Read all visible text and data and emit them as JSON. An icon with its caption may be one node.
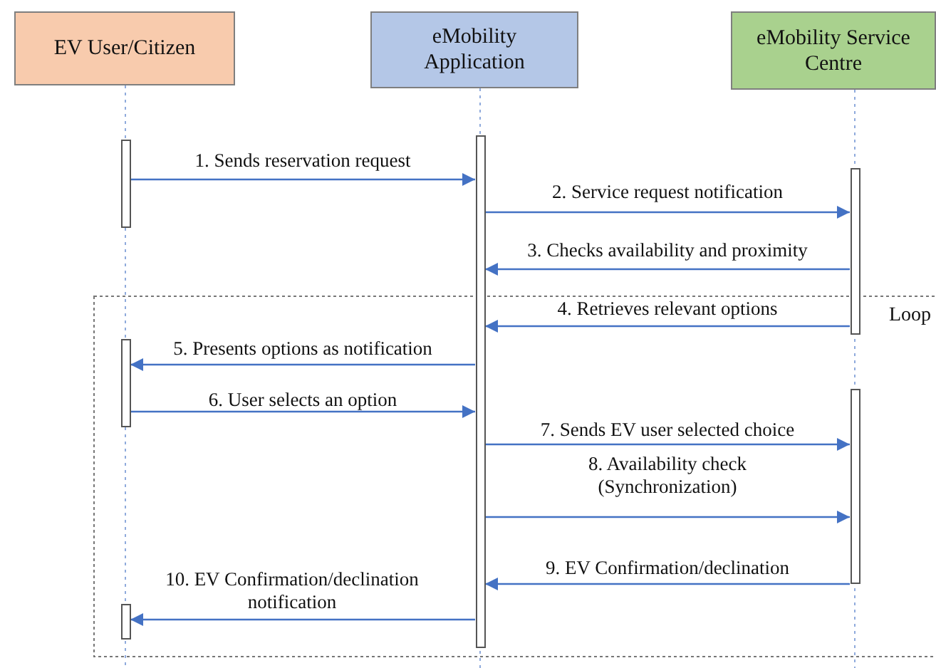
{
  "diagram": {
    "nodes": [
      {
        "text": [
          "EV User/Citizen"
        ]
      },
      {
        "text": [
          "eMobility Application"
        ]
      },
      {
        "text": [
          "eMobility Service Centre"
        ]
      },
      {
        "text": [],
        "shape": "bar"
      },
      {
        "text": [],
        "shape": "bar"
      },
      {
        "text": [],
        "shape": "bar"
      },
      {
        "text": [],
        "shape": "bar"
      },
      {
        "text": [],
        "shape": "bar"
      },
      {
        "text": [],
        "shape": "bar"
      }
    ],
    "edges": [
      {
        "from": 4,
        "to": 3,
        "arrow": "to",
        "label": "1. Sends reservation request"
      },
      {
        "from": 3,
        "to": 5,
        "arrow": "to",
        "label": "2. Service request notification"
      },
      {
        "from": 5,
        "to": 3,
        "arrow": "to",
        "label": "3. Checks availability and proximity"
      },
      {
        "from": 5,
        "to": 3,
        "arrow": "to",
        "label": "4. Retrieves relevant options"
      },
      {
        "from": 3,
        "to": 6,
        "arrow": "to",
        "label": "5. Presents options as notification"
      },
      {
        "from": 6,
        "to": 3,
        "arrow": "to",
        "label": "6. User selects an option"
      },
      {
        "from": 3,
        "to": 7,
        "arrow": "to",
        "label": "7. Sends EV user selected choice"
      },
      {
        "from": 3,
        "to": 7,
        "arrow": "to",
        "label": "8. Availability check (Synchronization)"
      },
      {
        "from": 7,
        "to": 3,
        "arrow": "to",
        "label": "9. EV Confirmation/declination"
      },
      {
        "from": 3,
        "to": 8,
        "arrow": "to",
        "label": "10. EV Confirmation/declination notification"
      }
    ],
    "labels": [
      "Loop"
    ]
  }
}
